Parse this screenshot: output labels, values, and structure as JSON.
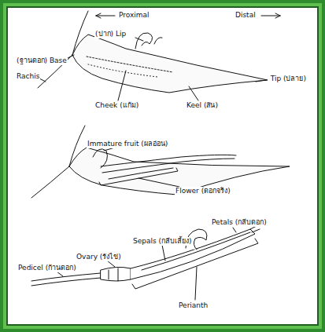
{
  "diagram": {
    "labels": [
      "Proximal",
      "Distal",
      "(ปาก) Lip",
      "(ฐานดอก) Base",
      "Rachis",
      "Cheek (แก้ม)",
      "Keel (สัน)",
      "Tip (ปลาย)",
      "Immature fruit (ผลอ่อน)",
      "Flower (ดอกจริง)",
      "Petals (กลีบดอก)",
      "Sepals (กลีบเลี้ยง)",
      "Ovary (รังไข่)",
      "Pedicel (ก้านดอก)",
      "Perianth"
    ]
  }
}
